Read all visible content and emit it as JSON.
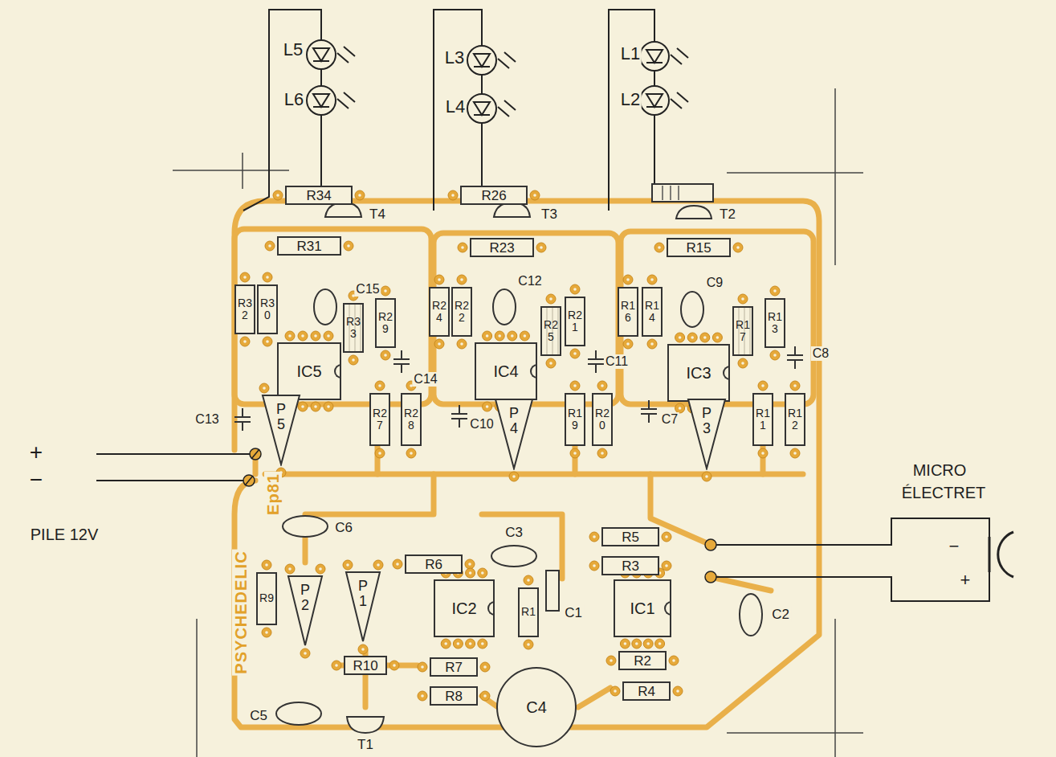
{
  "diagram": {
    "nodes": [
      {
        "text": [
          "R34"
        ]
      },
      {
        "text": [
          "R26"
        ]
      },
      {
        "text": [
          "R31"
        ]
      },
      {
        "text": [
          "R23"
        ]
      },
      {
        "text": [
          "R15"
        ]
      },
      {
        "text": [
          "R32"
        ]
      },
      {
        "text": [
          "R30"
        ]
      },
      {
        "text": [
          "R33"
        ]
      },
      {
        "text": [
          "R29"
        ]
      },
      {
        "text": [
          "R24"
        ]
      },
      {
        "text": [
          "R22"
        ]
      },
      {
        "text": [
          "R25"
        ]
      },
      {
        "text": [
          "R21"
        ]
      },
      {
        "text": [
          "R16"
        ]
      },
      {
        "text": [
          "R14"
        ]
      },
      {
        "text": [
          "R17"
        ]
      },
      {
        "text": [
          "R13"
        ]
      },
      {
        "text": [
          "IC5"
        ]
      },
      {
        "text": [
          "IC4"
        ]
      },
      {
        "text": [
          "IC3"
        ]
      },
      {
        "text": [
          "P5"
        ]
      },
      {
        "text": [
          "P4"
        ]
      },
      {
        "text": [
          "P3"
        ]
      },
      {
        "text": [
          "R27"
        ]
      },
      {
        "text": [
          "R28"
        ]
      },
      {
        "text": [
          "R19"
        ]
      },
      {
        "text": [
          "R20"
        ]
      },
      {
        "text": [
          "R11"
        ]
      },
      {
        "text": [
          "R12"
        ]
      },
      {
        "text": [
          "R6"
        ]
      },
      {
        "text": [
          "R5"
        ]
      },
      {
        "text": [
          "R3"
        ]
      },
      {
        "text": [
          "P2"
        ]
      },
      {
        "text": [
          "P1"
        ]
      },
      {
        "text": [
          "IC2"
        ]
      },
      {
        "text": [
          "R1"
        ]
      },
      {
        "text": [
          "IC1"
        ]
      },
      {
        "text": [
          "R9"
        ]
      },
      {
        "text": [
          "R10"
        ]
      },
      {
        "text": [
          "R7"
        ]
      },
      {
        "text": [
          "R2"
        ]
      },
      {
        "text": [
          "R8"
        ]
      },
      {
        "text": [
          "R4"
        ]
      },
      {
        "text": [
          "C4"
        ]
      }
    ],
    "labels": [
      "L5",
      "L6",
      "L3",
      "L4",
      "L1",
      "L2",
      "T4",
      "T3",
      "T2",
      "C15",
      "C12",
      "C9",
      "C14",
      "C11",
      "C8",
      "C13",
      "C10",
      "C7",
      "+",
      "−",
      "PILE 12V",
      "MICRO",
      "ÉLECTRET",
      "−",
      "+",
      "C6",
      "C3",
      "C1",
      "C2",
      "PSYCHEDELIC",
      "Ep81",
      "C5",
      "T1"
    ]
  }
}
